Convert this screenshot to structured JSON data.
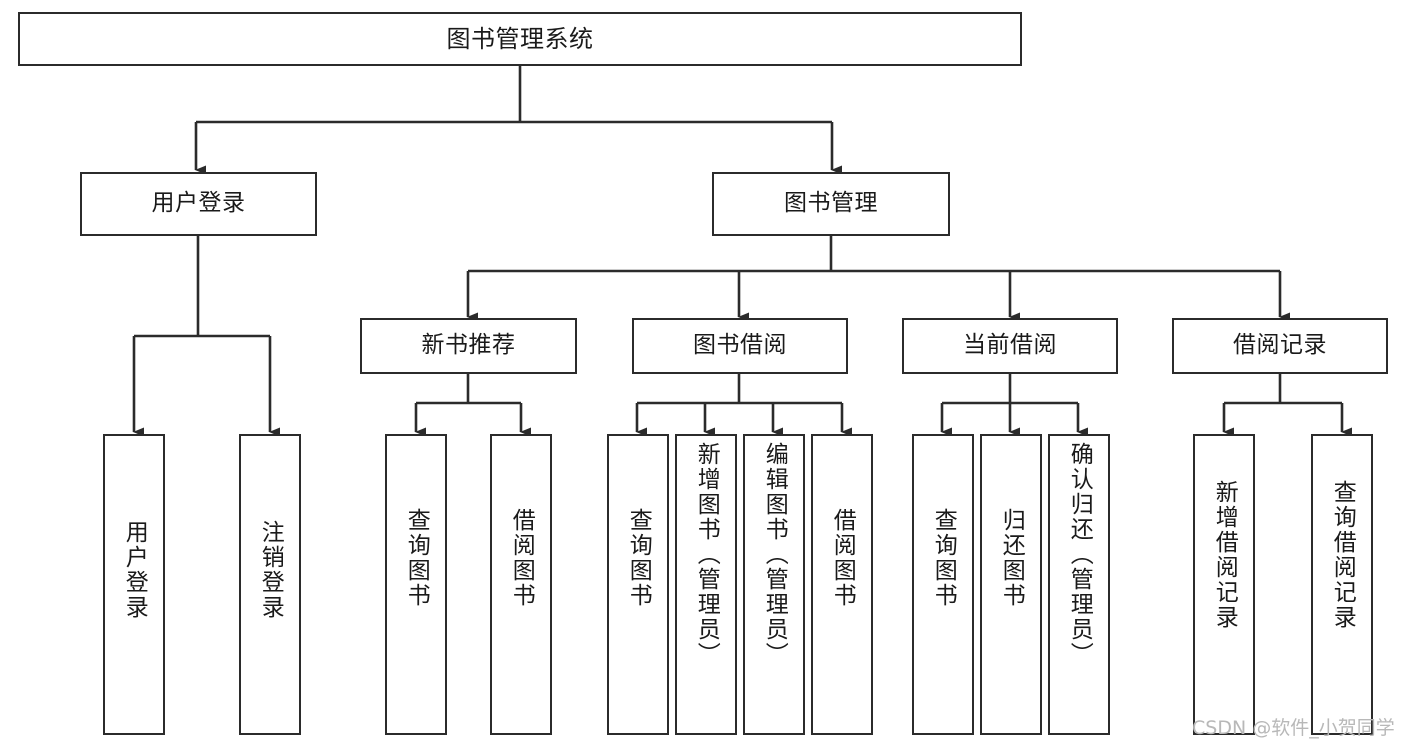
{
  "diagram": {
    "title": "图书管理系统",
    "watermark": "CSDN @软件_小贺同学",
    "level1": [
      {
        "id": "root",
        "label": "图书管理系统"
      }
    ],
    "level2": [
      {
        "id": "user-login",
        "label": "用户登录"
      },
      {
        "id": "book-manage",
        "label": "图书管理"
      }
    ],
    "level3": [
      {
        "id": "new-book-recommend",
        "label": "新书推荐"
      },
      {
        "id": "book-borrow",
        "label": "图书借阅"
      },
      {
        "id": "current-borrow",
        "label": "当前借阅"
      },
      {
        "id": "borrow-record",
        "label": "借阅记录"
      }
    ],
    "leaves": {
      "user_login": [
        {
          "id": "leaf-user-login",
          "label": "用户登录"
        },
        {
          "id": "leaf-logout-login",
          "label": "注销登录"
        }
      ],
      "new_book_recommend": [
        {
          "id": "leaf-query-book-1",
          "label": "查询图书"
        },
        {
          "id": "leaf-borrow-book-1",
          "label": "借阅图书"
        }
      ],
      "book_borrow": [
        {
          "id": "leaf-query-book-2",
          "label": "查询图书"
        },
        {
          "id": "leaf-add-book",
          "label": "新增图书（管理员）"
        },
        {
          "id": "leaf-edit-book",
          "label": "编辑图书（管理员）"
        },
        {
          "id": "leaf-borrow-book-2",
          "label": "借阅图书"
        }
      ],
      "current_borrow": [
        {
          "id": "leaf-query-book-3",
          "label": "查询图书"
        },
        {
          "id": "leaf-return-book",
          "label": "归还图书"
        },
        {
          "id": "leaf-confirm-return",
          "label": "确认归还（管理员）"
        }
      ],
      "borrow_record": [
        {
          "id": "leaf-add-record",
          "label": "新增借阅记录"
        },
        {
          "id": "leaf-query-record",
          "label": "查询借阅记录"
        }
      ]
    },
    "colors": {
      "stroke": "#2b2b2b",
      "fill": "#ffffff",
      "text": "#1a1a1a",
      "watermark": "#b8b8b8"
    }
  }
}
